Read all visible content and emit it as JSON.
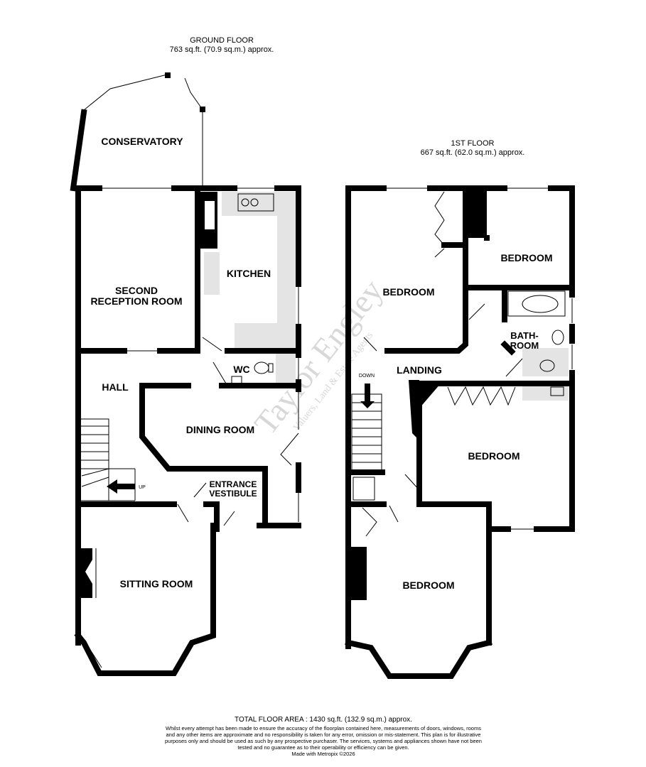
{
  "ground_floor": {
    "title": "GROUND FLOOR",
    "area": "763 sq.ft. (70.9 sq.m.) approx."
  },
  "first_floor": {
    "title": "1ST FLOOR",
    "area": "667 sq.ft. (62.0 sq.m.) approx."
  },
  "rooms": {
    "conservatory": "CONSERVATORY",
    "second_reception_1": "SECOND",
    "second_reception_2": "RECEPTION ROOM",
    "kitchen": "KITCHEN",
    "wc": "WC",
    "hall": "HALL",
    "dining_room": "DINING ROOM",
    "entrance_1": "ENTRANCE",
    "entrance_2": "VESTIBULE",
    "sitting_room": "SITTING ROOM",
    "bedroom_1": "BEDROOM",
    "bedroom_2": "BEDROOM",
    "bathroom_1": "BATH-",
    "bathroom_2": "ROOM",
    "landing": "LANDING",
    "bedroom_3": "BEDROOM",
    "bedroom_4": "BEDROOM"
  },
  "stairs": {
    "up": "UP",
    "down": "DOWN"
  },
  "watermark": {
    "name": "Taylor Engley",
    "tagline": "Valuers, Land & Estate Agents"
  },
  "footer": {
    "total": "TOTAL FLOOR AREA : 1430 sq.ft. (132.9 sq.m.) approx.",
    "disclaimer": "Whilst every attempt has been made to ensure the accuracy of the floorplan contained here, measurements of doors, windows, rooms and any other items are approximate and no responsibility is taken for any error, omission or mis-statement. This plan is for illustrative purposes only and should be used as such by any prospective purchaser. The services, systems and appliances shown have not been tested and no guarantee as to their operability or efficiency can be given.",
    "credit": "Made with Metropix ©2026"
  }
}
